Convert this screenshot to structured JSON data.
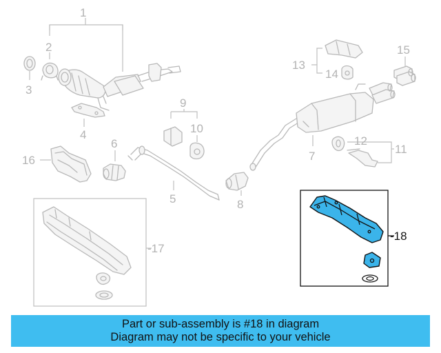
{
  "diagram": {
    "callouts": {
      "c1": "1",
      "c2": "2",
      "c3": "3",
      "c4": "4",
      "c5": "5",
      "c6": "6",
      "c7": "7",
      "c8": "8",
      "c9": "9",
      "c10": "10",
      "c11": "11",
      "c12": "12",
      "c13": "13",
      "c14": "14",
      "c15": "15",
      "c16": "16",
      "c17": "-17",
      "c18": "-18"
    },
    "colors": {
      "highlight": "#3bb4ea",
      "banner": "#3fbdf0",
      "line_art": "#b8b8b8"
    }
  },
  "banner": {
    "line1": "Part or sub-assembly is #18 in diagram",
    "line2": "Diagram may not be specific to your vehicle"
  }
}
